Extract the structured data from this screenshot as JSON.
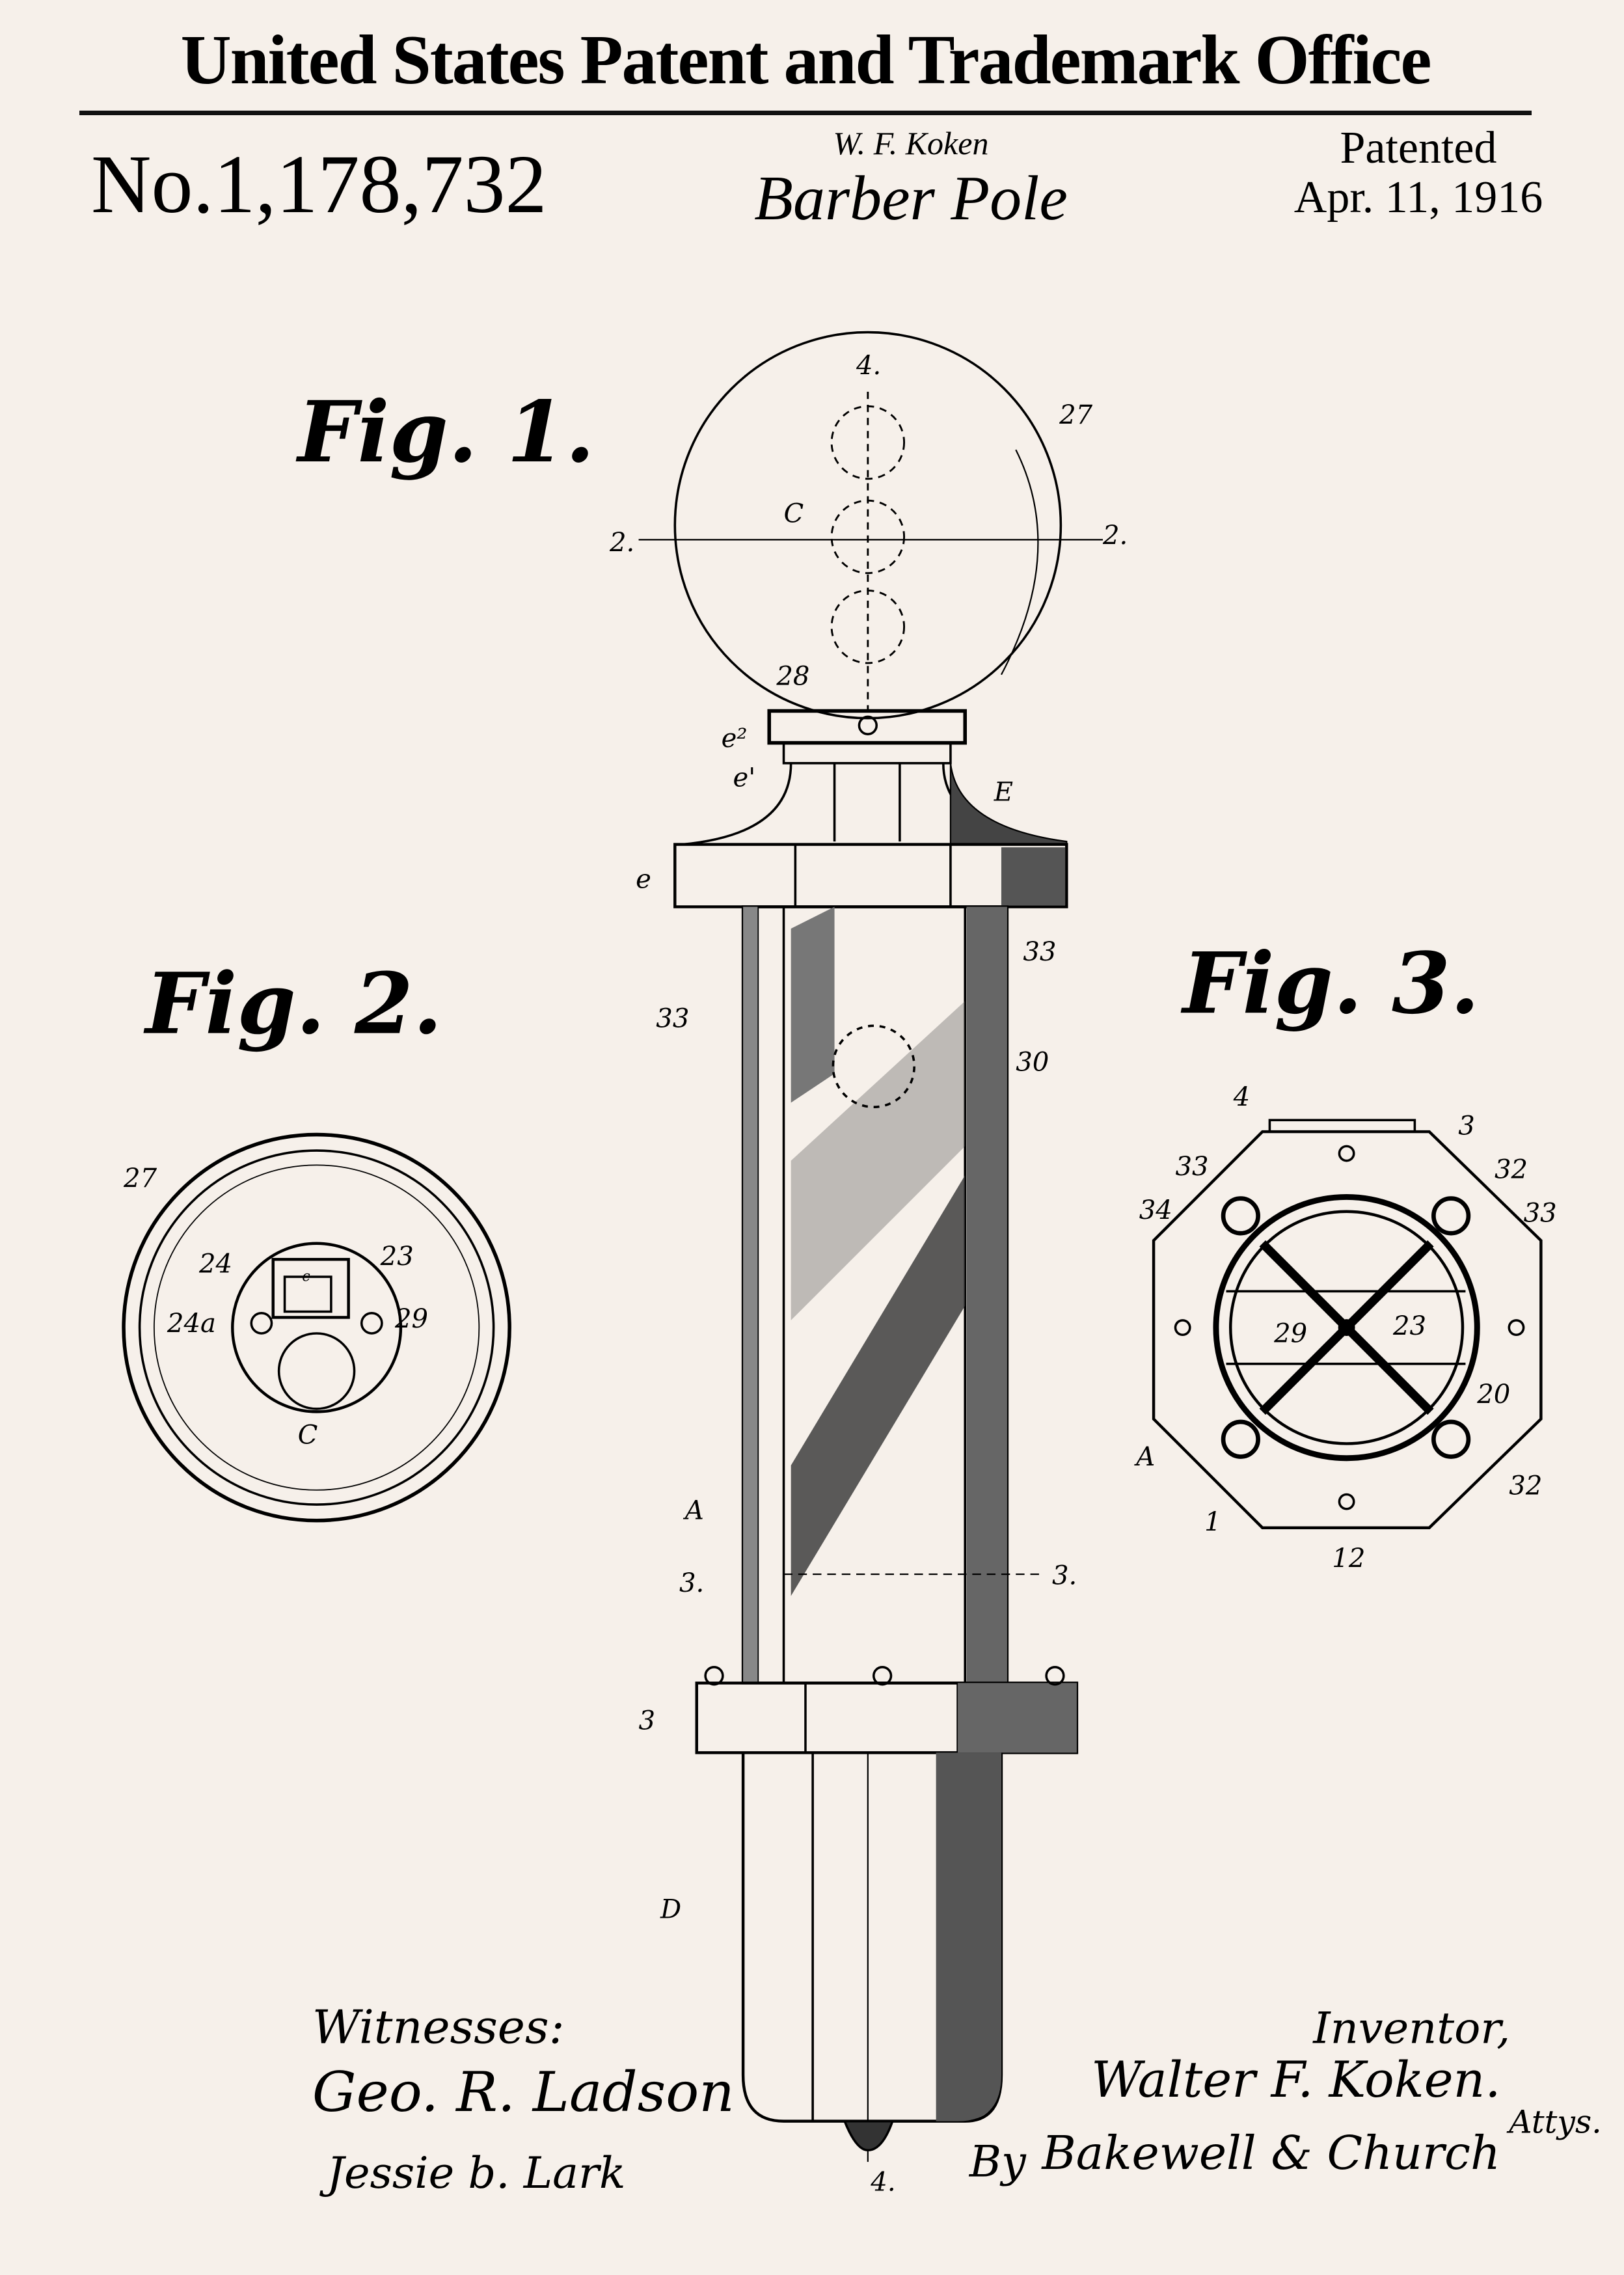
{
  "header": {
    "office": "United States Patent and Trademark Office",
    "patent_number": "No.1,178,732",
    "inventor": "W. F. Koken",
    "title": "Barber Pole",
    "patented_label": "Patented",
    "patented_date": "Apr. 11, 1916"
  },
  "figures": {
    "fig1": {
      "title": "Fig. 1.",
      "labels": [
        "4.",
        "27",
        "C",
        "2.",
        "2.",
        "28",
        "e²",
        "e'",
        "E",
        "e",
        "33",
        "33",
        "30",
        "A",
        "3.",
        "3.",
        "3",
        "D",
        "4."
      ]
    },
    "fig2": {
      "title": "Fig. 2.",
      "labels": [
        "27",
        "24",
        "23",
        "24a",
        "29",
        "C",
        "c"
      ]
    },
    "fig3": {
      "title": "Fig. 3.",
      "labels": [
        "4",
        "3",
        "33",
        "32",
        "34",
        "33",
        "29",
        "23",
        "20",
        "A",
        "32",
        "1",
        "12"
      ]
    }
  },
  "signatures": {
    "witnesses_label": "Witnesses:",
    "witness1": "Geo. R. Ladson",
    "witness2": "Jessie b. Lark",
    "inventor_label": "Inventor,",
    "inventor_name": "Walter F. Koken.",
    "by": "By",
    "attorneys": "Bakewell & Church",
    "attys": "Attys."
  },
  "colors": {
    "paper": "#f6f0ea",
    "ink": "#000000"
  }
}
